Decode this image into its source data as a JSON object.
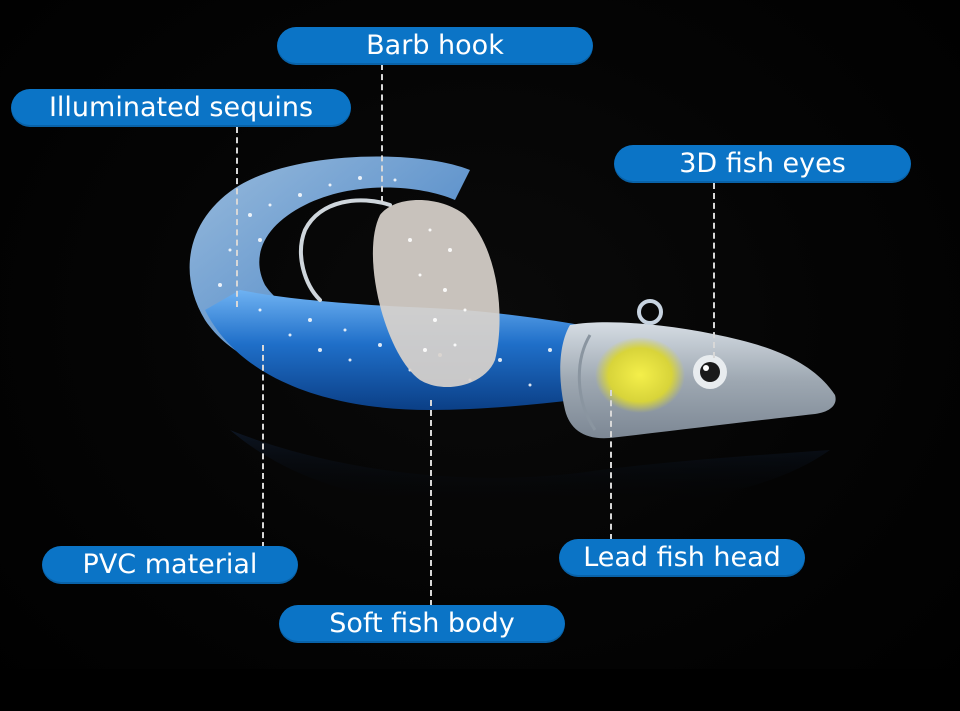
{
  "labels": {
    "barb_hook": "Barb hook",
    "illuminated_sequins": "Illuminated sequins",
    "fish_eyes": "3D fish eyes",
    "pvc_material": "PVC material",
    "lead_fish_head": "Lead fish head",
    "soft_fish_body": "Soft fish body"
  },
  "colors": {
    "label_fill": "#0b74c6",
    "leader_line": "#d8d8d8",
    "background": "#000000",
    "lure_body": "#2a7fd6",
    "lure_head": "#b9c3cc",
    "head_spot": "#e8e23a"
  }
}
